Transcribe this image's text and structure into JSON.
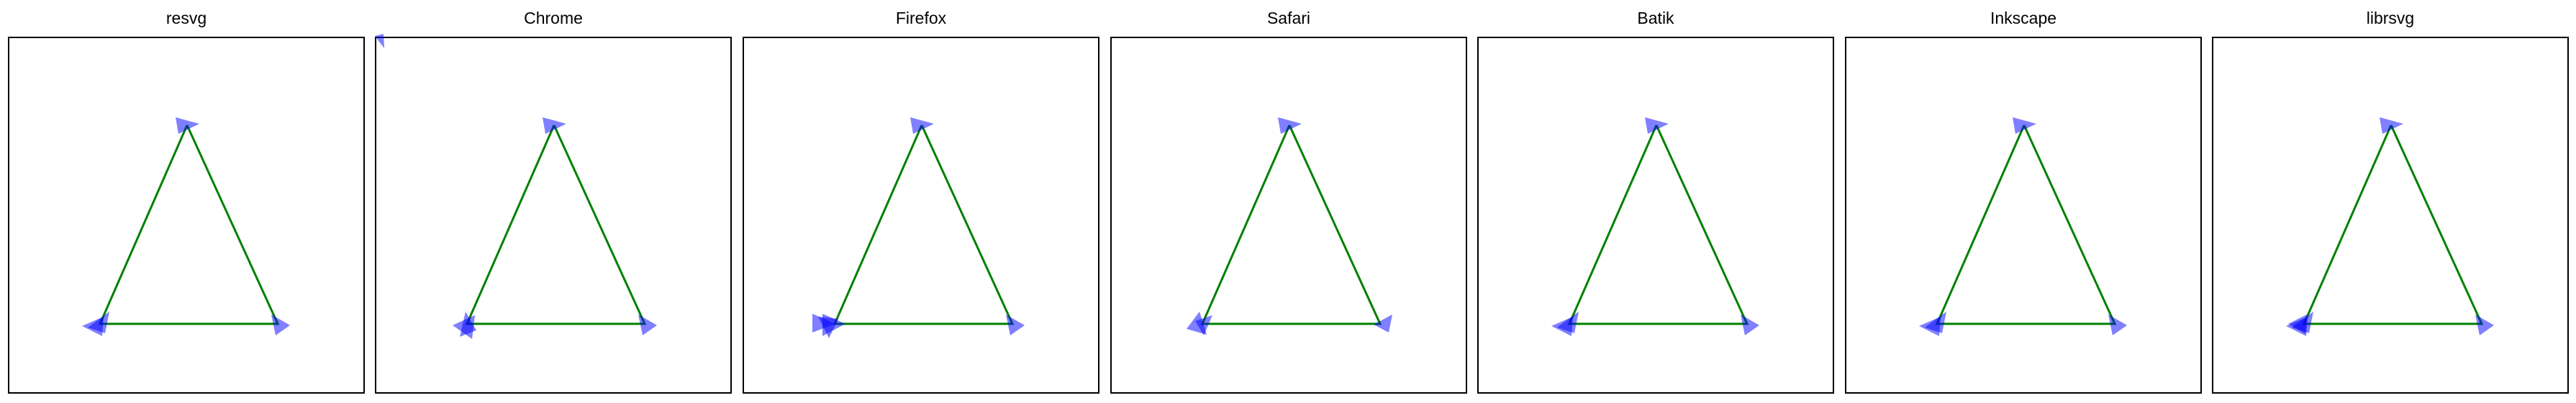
{
  "renderers": [
    {
      "name": "resvg"
    },
    {
      "name": "Chrome"
    },
    {
      "name": "Firefox"
    },
    {
      "name": "Safari"
    },
    {
      "name": "Batik"
    },
    {
      "name": "Inkscape"
    },
    {
      "name": "librsvg"
    }
  ],
  "colors": {
    "path_stroke": "#008000",
    "marker_fill": "#0000ff",
    "marker_opacity": 0.5,
    "frame_border": "#000000",
    "background": "#ffffff"
  }
}
